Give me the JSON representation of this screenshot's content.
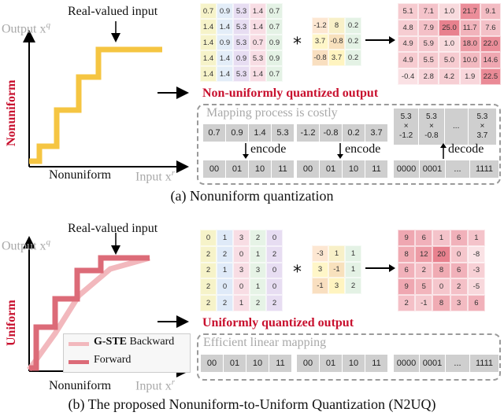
{
  "panel_a": {
    "input_label": "Real-valued input",
    "y_axis_label": "Output x",
    "y_axis_sup": "q",
    "x_axis_label": "Input x",
    "x_axis_sup": "r",
    "vertical_label": "Nonuniform",
    "x_region_label": "Nonuniform",
    "weights": [
      [
        "0.7",
        "0.9",
        "5.3",
        "1.4",
        "0.7"
      ],
      [
        "1.4",
        "1.4",
        "5.3",
        "1.4",
        "0.7"
      ],
      [
        "1.4",
        "0.9",
        "5.3",
        "0.7",
        "0.9"
      ],
      [
        "1.4",
        "1.4",
        "0.9",
        "5.3",
        "0.9"
      ],
      [
        "1.4",
        "1.4",
        "5.3",
        "1.4",
        "0.7"
      ]
    ],
    "activations": [
      [
        "-1.2",
        "8",
        "0.2"
      ],
      [
        "3.7",
        "-0.8",
        "0.2"
      ],
      [
        "-0.8",
        "3.7",
        "0.2"
      ]
    ],
    "outputs": [
      [
        "5.1",
        "7.1",
        "1.0",
        "21.7",
        "9.1"
      ],
      [
        "4.8",
        "7.9",
        "25.0",
        "11.7",
        "7.6"
      ],
      [
        "4.9",
        "5.9",
        "1.0",
        "18.0",
        "22.0"
      ],
      [
        "4.9",
        "5.5",
        "5.0",
        "10.0",
        "14.6"
      ],
      [
        "-0.4",
        "2.8",
        "4.2",
        "1.9",
        "22.5"
      ]
    ],
    "output_label": "Non-uniformly quantized output",
    "box_title": "Mapping process is costly",
    "w_values": [
      "0.7",
      "0.9",
      "1.4",
      "5.3"
    ],
    "a_values": [
      "-1.2",
      "-0.8",
      "0.2",
      "3.7"
    ],
    "products": [
      [
        "5.3",
        "×",
        "-1.2"
      ],
      [
        "5.3",
        "×",
        "-0.8"
      ],
      [
        "5.3",
        "×",
        "3.7"
      ]
    ],
    "ellipsis": "...",
    "encode_label": "encode",
    "decode_label": "decode",
    "codes_short": [
      "00",
      "01",
      "10",
      "11"
    ],
    "codes_long": [
      "0000",
      "0001",
      "...",
      "1111"
    ],
    "caption": "(a) Nonuniform quantization"
  },
  "panel_b": {
    "input_label": "Real-valued input",
    "y_axis_label": "Output x",
    "y_axis_sup": "q",
    "x_axis_label": "Input x",
    "x_axis_sup": "r",
    "vertical_label": "Uniform",
    "x_region_label": "Nonuniform",
    "weights": [
      [
        "0",
        "1",
        "3",
        "2",
        "0"
      ],
      [
        "2",
        "2",
        "0",
        "1",
        "2"
      ],
      [
        "2",
        "1",
        "3",
        "3",
        "0"
      ],
      [
        "2",
        "0",
        "0",
        "1",
        "0"
      ],
      [
        "2",
        "2",
        "1",
        "2",
        "2"
      ]
    ],
    "activations": [
      [
        "-3",
        "1",
        "1"
      ],
      [
        "3",
        "-1",
        "1"
      ],
      [
        "-1",
        "3",
        "2"
      ]
    ],
    "outputs": [
      [
        "9",
        "6",
        "1",
        "6",
        "1"
      ],
      [
        "8",
        "12",
        "20",
        "0",
        "-8"
      ],
      [
        "6",
        "2",
        "8",
        "6",
        "-3"
      ],
      [
        "9",
        "5",
        "0",
        "2",
        "-5"
      ],
      [
        "2",
        "-1",
        "8",
        "3",
        "6"
      ]
    ],
    "output_label": "Uniformly quantized output",
    "box_title": "Efficient linear mapping",
    "legend_backward_bold": "G-STE",
    "legend_backward_rest": " Backward",
    "legend_forward": "Forward",
    "codes_short": [
      "00",
      "01",
      "10",
      "11"
    ],
    "codes_long": [
      "0000",
      "0001",
      "...",
      "1111"
    ],
    "caption": "(b) The proposed Nonuniform-to-Uniform Quantization (N2UQ)"
  },
  "colors": {
    "step_yellow": "#f5c542",
    "step_red": "#dc6b78",
    "backward_pink": "#f2b8bd",
    "label_red": "#c8102e"
  },
  "operator": "*"
}
